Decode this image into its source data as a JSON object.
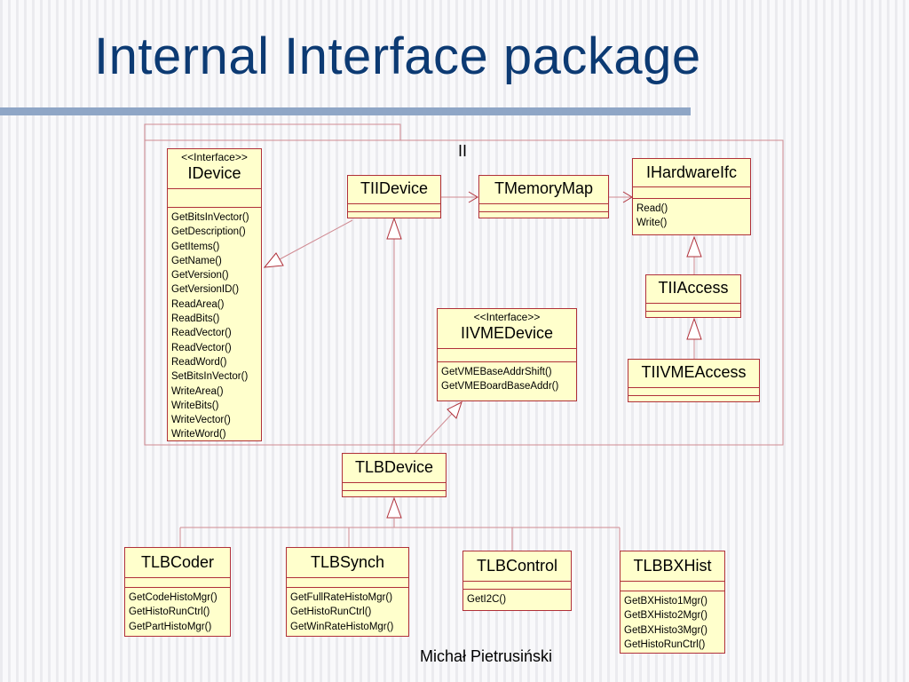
{
  "title": "Internal Interface package",
  "package_label": "II",
  "footer": "Michał Pietrusiński",
  "classes": {
    "idevice": {
      "stereotype": "<<Interface>>",
      "name": "IDevice",
      "ops": [
        "GetBitsInVector()",
        "GetDescription()",
        "GetItems()",
        "GetName()",
        "GetVersion()",
        "GetVersionID()",
        "ReadArea()",
        "ReadBits()",
        "ReadVector()",
        "ReadVector()",
        "ReadWord()",
        "SetBitsInVector()",
        "WriteArea()",
        "WriteBits()",
        "WriteVector()",
        "WriteWord()"
      ]
    },
    "tiidevice": {
      "name": "TIIDevice"
    },
    "tmemorymap": {
      "name": "TMemoryMap"
    },
    "ihardwareifc": {
      "name": "IHardwareIfc",
      "ops": [
        "Read()",
        "Write()"
      ]
    },
    "tiiaccess": {
      "name": "TIIAccess"
    },
    "iivmedevice": {
      "stereotype": "<<Interface>>",
      "name": "IIVMEDevice",
      "ops": [
        "GetVMEBaseAddrShift()",
        "GetVMEBoardBaseAddr()"
      ]
    },
    "tiivmeaccess": {
      "name": "TIIVMEAccess"
    },
    "tlbdevice": {
      "name": "TLBDevice"
    },
    "tlbcoder": {
      "name": "TLBCoder",
      "ops": [
        "GetCodeHistoMgr()",
        "GetHistoRunCtrl()",
        "GetPartHistoMgr()"
      ]
    },
    "tlbsynch": {
      "name": "TLBSynch",
      "ops": [
        "GetFullRateHistoMgr()",
        "GetHistoRunCtrl()",
        "GetWinRateHistoMgr()"
      ]
    },
    "tlbcontrol": {
      "name": "TLBControl",
      "ops": [
        "GetI2C()"
      ]
    },
    "tlbbxhist": {
      "name": "TLBBXHist",
      "ops": [
        "GetBXHisto1Mgr()",
        "GetBXHisto2Mgr()",
        "GetBXHisto3Mgr()",
        "GetHistoRunCtrl()"
      ]
    }
  },
  "colors": {
    "title": "#0c3a73",
    "rule": "#8fa6c6",
    "class_fill": "#ffffcc",
    "class_border": "#b0303a"
  }
}
